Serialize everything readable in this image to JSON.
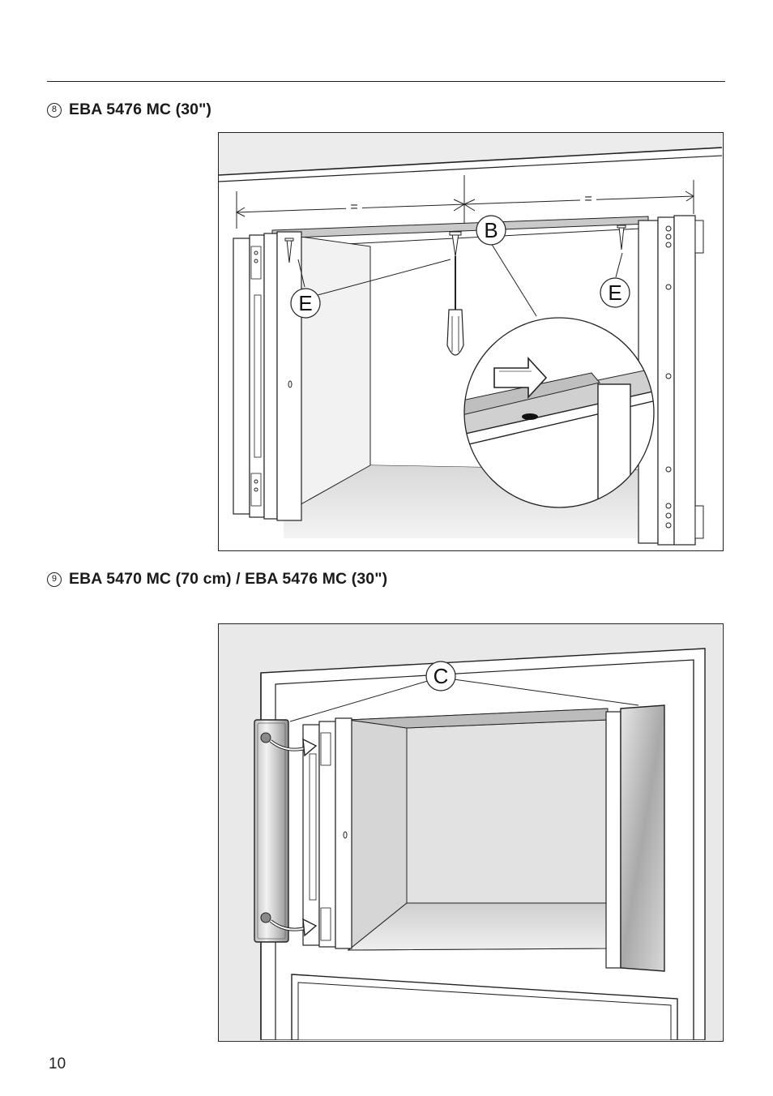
{
  "steps": [
    {
      "number": "8",
      "title": "EBA 5476 MC (30\")"
    },
    {
      "number": "9",
      "title": "EBA 5470 MC (70 cm) / EBA 5476 MC (30\")"
    }
  ],
  "figure8": {
    "callouts": {
      "b": "B",
      "e_left": "E",
      "e_right": "E"
    },
    "dimension_marks": {
      "left": "=",
      "right": "="
    }
  },
  "figure9": {
    "callouts": {
      "c": "C"
    }
  },
  "page_number": "10"
}
